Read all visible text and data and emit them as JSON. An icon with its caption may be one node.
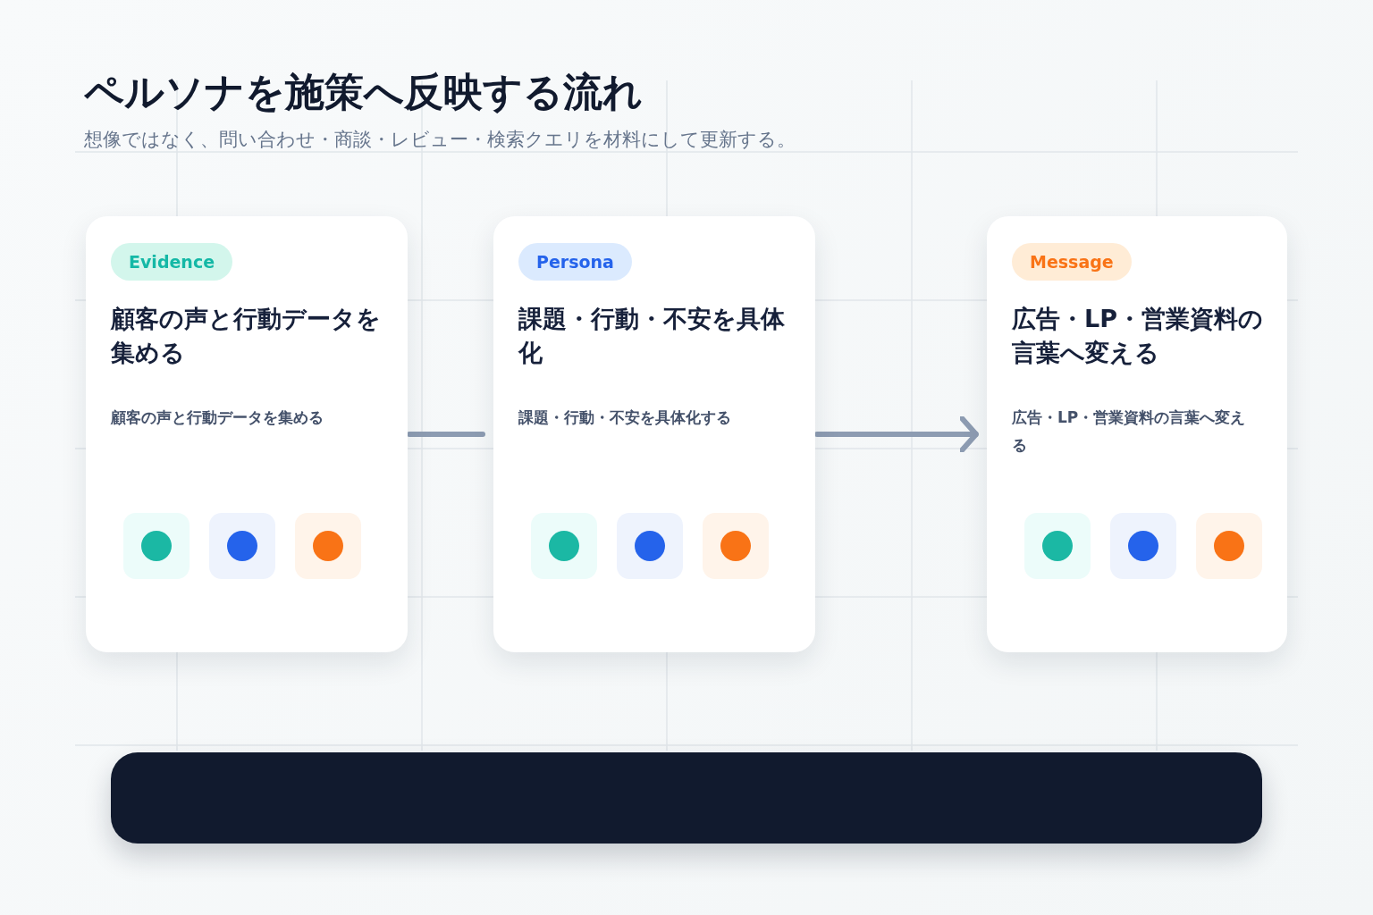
{
  "diagram": {
    "title": "ペルソナを施策へ反映する流れ",
    "caption": "想像ではなく、問い合わせ・商談・レビュー・検索クエリを材料にして更新する。",
    "nodes": [
      {
        "text": [
          "Evidence",
          "顧客の声と行動データを集める",
          "顧客の声と行動データを集める"
        ]
      },
      {
        "text": [
          "Persona",
          "課題・行動・不安を具体化",
          "課題・行動・不安を具体化する"
        ]
      },
      {
        "text": [
          "Message",
          "広告・LP・営業資料の言葉へ変える",
          "広告・LP・営業資料の言葉へ変える"
        ]
      }
    ],
    "edges": [
      {
        "from": 0,
        "to": 1,
        "arrow": "none"
      },
      {
        "from": 1,
        "to": 2,
        "arrow": "to"
      }
    ]
  }
}
